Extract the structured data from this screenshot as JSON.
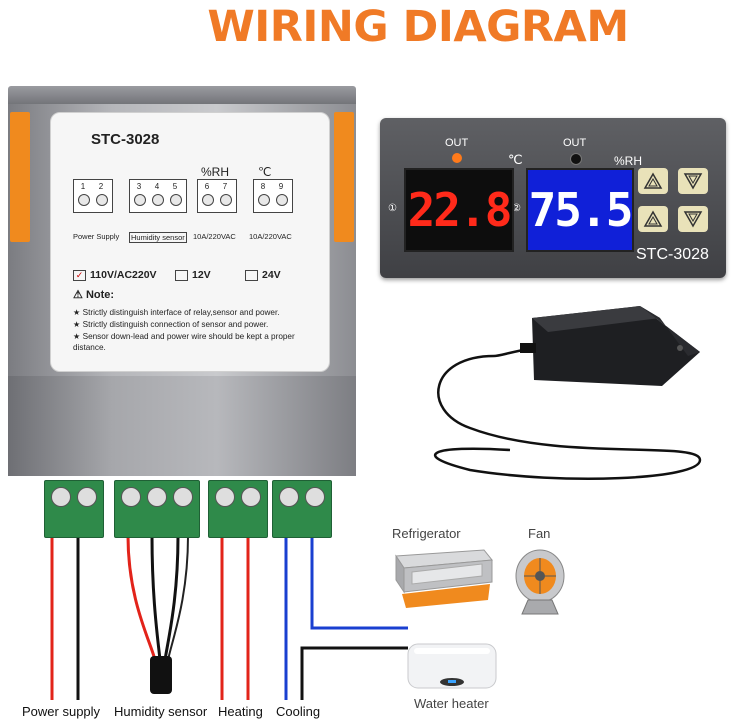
{
  "title": "WIRING DIAGRAM",
  "rear_label": {
    "model": "STC-3028",
    "rh_header": "%RH",
    "c_header": "℃",
    "terminals": [
      "1",
      "2",
      "3",
      "4",
      "5",
      "6",
      "7",
      "8",
      "9"
    ],
    "captions": {
      "power": "Power Supply",
      "humidity": "Humidity sensor",
      "relay1": "10A/220VAC",
      "relay2": "10A/220VAC"
    },
    "voltage_options": [
      {
        "label": "110V/AC220V",
        "checked": true
      },
      {
        "label": "12V",
        "checked": false
      },
      {
        "label": "24V",
        "checked": false
      }
    ],
    "note_title": "Note:",
    "notes": [
      "★ Strictly distinguish interface of relay,sensor and power.",
      "★ Strictly distinguish connection of sensor and power.",
      "★ Sensor down-lead and power wire should be kept a proper distance."
    ]
  },
  "front_panel": {
    "out1": "OUT",
    "out2": "OUT",
    "unit_temp": "℃",
    "unit_rh": "%RH",
    "marker1": "①",
    "marker2": "②",
    "temp_reading": "22.8",
    "humidity_reading": "75.5",
    "brand": "STC-3028",
    "buttons": [
      "up-1",
      "down-1",
      "up-2",
      "down-2"
    ]
  },
  "terminals_bottom": [
    {
      "name": "Power supply",
      "count": 2
    },
    {
      "name": "Humidity sensor",
      "count": 3
    },
    {
      "name": "Heating",
      "count": 2
    },
    {
      "name": "Cooling",
      "count": 2
    }
  ],
  "appliances": {
    "refrigerator": "Refrigerator",
    "fan": "Fan",
    "water_heater": "Water heater"
  },
  "colors": {
    "title": "#f07a26",
    "terminal_green": "#2f8a4a",
    "wire_red": "#e2231a",
    "wire_black": "#111111",
    "wire_blue": "#1a3fd0",
    "display_red": "#ff2a1a",
    "display_blue": "#1020d8"
  }
}
